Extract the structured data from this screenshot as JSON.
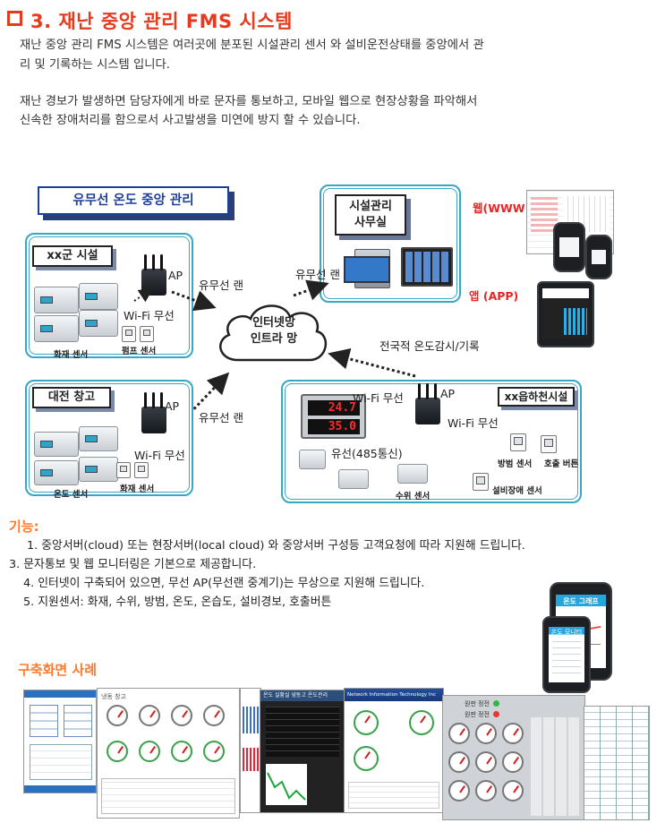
{
  "header": {
    "title": "3. 재난 중앙 관리 FMS 시스템",
    "intro_lines": [
      "재난 중앙 관리 FMS 시스템은 여러곳에 분포된 시설관리 센서 와 설비운전상태를 중앙에서 관",
      "리 및 기록하는 시스템 입니다.",
      "재난 경보가 발생하면 담당자에게 바로 문자를 통보하고, 모바일 웹으로 현장상황을 파악해서",
      "신속한 장애처리를 함으로서 사고발생을 미연에 방지 할 수 있습니다."
    ]
  },
  "diagram": {
    "main_title": "유무선 온도 중앙 관리",
    "office": {
      "line1": "시설관리",
      "line2": "사무실"
    },
    "web_label": "웹(WWW)",
    "app_label": "앱 (APP)",
    "cloud": {
      "line1": "인터넷망",
      "line2": "인트라 망"
    },
    "nationwide_label": "전국적 온도감시/기록",
    "wired_lan_office": "유무선 랜",
    "site1": {
      "name": "xx군 시설",
      "ap_label": "AP",
      "lan_label": "유무선 랜",
      "wifi_label": "Wi-Fi 무선",
      "sensor_fire": "화재 센서",
      "sensor_pump": "펌프 센서"
    },
    "site2": {
      "name": "대전 창고",
      "ap_label": "AP",
      "lan_label": "유무선 랜",
      "wifi_label": "Wi-Fi 무선",
      "sensor_temp": "온도 센서",
      "sensor_fire": "화재 센서"
    },
    "site3": {
      "name": "xx읍하천시설",
      "ap_label": "AP",
      "wifi_label_left": "Wi-Fi 무선",
      "wifi_label_right": "Wi-Fi 무선",
      "wired_label": "유선(485통신)",
      "display_top": "24.7",
      "display_bottom": "35.0",
      "sensor_level": "수위 센서",
      "sensor_security": "방범 센서",
      "sensor_call": "호출 버튼",
      "sensor_fault": "설비장애 센서"
    }
  },
  "features": {
    "title": "기능:",
    "items": [
      "1. 중앙서버(cloud) 또는 현장서버(local cloud) 와 중앙서버 구성등 고객요청에 따라 지원해 드립니다.",
      "3. 문자통보 및 웹 모니터링은 기본으로 제공합니다.",
      "4. 인터넷이 구축되어 있으면, 무선 AP(무선랜 중계기)는 무상으로 지원해 드립니다.",
      "5. 지원센서: 화재, 수위, 방범, 온도, 온습도, 설비경보, 호출버튼"
    ],
    "phone_title": "온도 그래프",
    "phone_sub": "온도 모니터링"
  },
  "cases": {
    "title": "구축화면 사례",
    "panel_title": "냉동 창고",
    "dark_panel_title": "온도 실황실 냉동고 온도관리",
    "company": "Network Information Technology Inc",
    "status_on": "원판 정전",
    "status_off": "원판 정전"
  },
  "colors": {
    "title_red": "#e63a1e",
    "panel_border": "#37a7c4",
    "main_tag_blue": "#1d3f9a",
    "section_orange": "#ff7a2f"
  }
}
